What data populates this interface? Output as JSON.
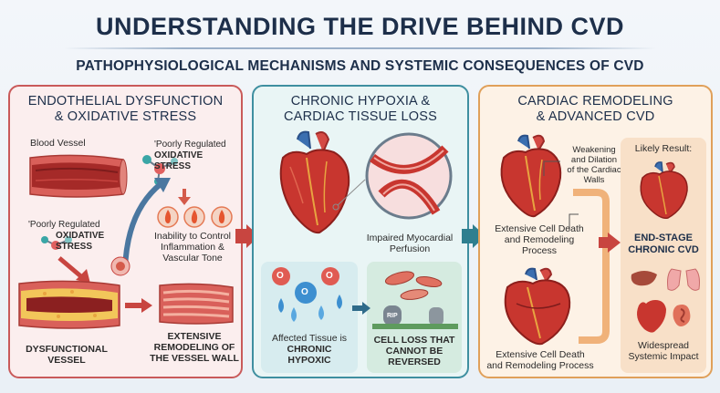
{
  "header": {
    "title": "UNDERSTANDING THE DRIVE BEHIND CVD",
    "subtitle": "PATHOPHYSIOLOGICAL MECHANISMS AND SYSTEMIC CONSEQUENCES OF CVD"
  },
  "panel1": {
    "title_line1": "ENDOTHELIAL DYSFUNCTION",
    "title_line2": "& OXIDATIVE STRESS",
    "blood_vessel": "Blood Vessel",
    "poorly1_line1": "'Poorly Regulated",
    "poorly1_line2": "OXIDATIVE STRESS",
    "poorly2_line1": "'Poorly Regulated",
    "poorly2_line2": "OXIDATIVE",
    "poorly2_line3": "STRESS",
    "inability_line1": "Inability to Control",
    "inability_line2": "Inflammation &",
    "inability_line3": "Vascular Tone",
    "dysfunctional_line1": "DYSFUNCTIONAL",
    "dysfunctional_line2": "VESSEL",
    "extensive_line1": "EXTENSIVE",
    "extensive_line2": "REMODELING OF",
    "extensive_line3": "THE VESSEL WALL"
  },
  "panel2": {
    "title_line1": "CHRONIC HYPOXIA &",
    "title_line2": "CARDIAC TISSUE LOSS",
    "impaired_line1": "Impaired Myocardial",
    "impaired_line2": "Perfusion",
    "o2_a": "O",
    "o2_b": "O",
    "o2_c": "O",
    "affected_line1": "Affected Tissue is",
    "affected_line2": "CHRONIC",
    "affected_line3": "HYPOXIC",
    "rip": "RIP",
    "cellloss_line1": "CELL LOSS THAT",
    "cellloss_line2": "CANNOT BE",
    "cellloss_line3": "REVERSED"
  },
  "panel3": {
    "title_line1": "CARDIAC REMODELING",
    "title_line2": "& ADVANCED CVD",
    "weakening_line1": "Weakening",
    "weakening_line2": "and Dilation",
    "weakening_line3": "of the Cardiac",
    "weakening_line4": "Walls",
    "extensive1_line1": "Extensive Cell Death",
    "extensive1_line2": "and Remodeling",
    "extensive1_line3": "Process",
    "extensive2_line1": "Extensive Cell Death",
    "extensive2_line2": "and Remodeling Process",
    "likely": "Likely Result:",
    "endstage_line1": "END-STAGE",
    "endstage_line2": "CHRONIC CVD",
    "widespread_line1": "Widespread",
    "widespread_line2": "Systemic Impact"
  },
  "colors": {
    "title": "#1d2f4a",
    "red_panel": "#c95a5a",
    "teal_panel": "#3f8fa0",
    "orange_panel": "#e0a05a",
    "heart": "#c8362f"
  }
}
